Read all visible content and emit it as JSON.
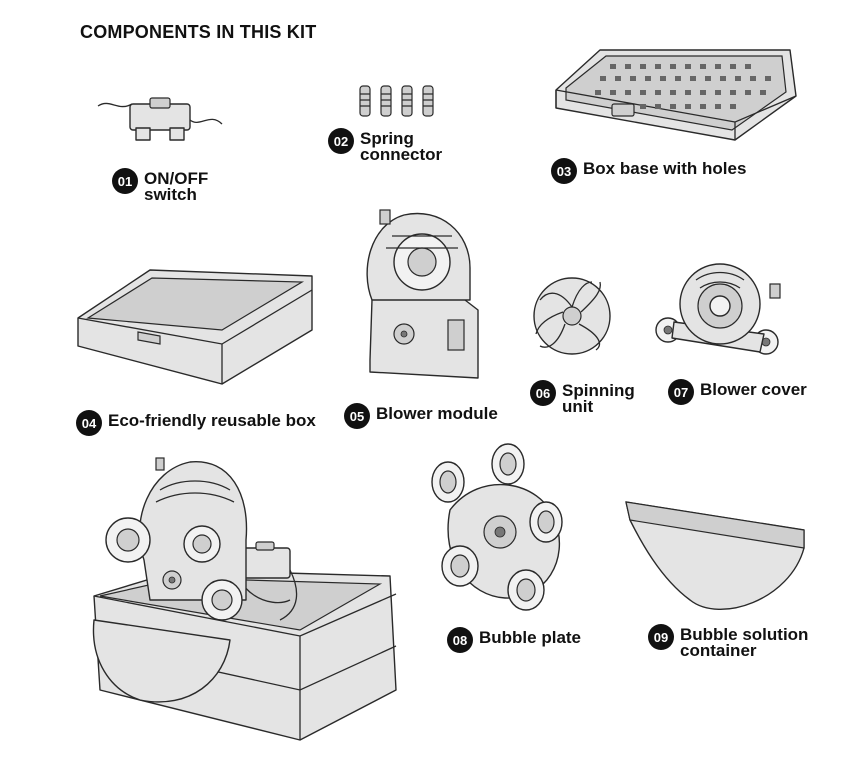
{
  "page": {
    "title": "COMPONENTS IN THIS KIT"
  },
  "components": [
    {
      "number": "01",
      "label": "ON/OFF\nswitch",
      "icon": "switch-icon"
    },
    {
      "number": "02",
      "label": "Spring\nconnector",
      "icon": "spring-connector-icon"
    },
    {
      "number": "03",
      "label": "Box base with holes",
      "icon": "box-base-icon"
    },
    {
      "number": "04",
      "label": "Eco-friendly reusable box",
      "icon": "reusable-box-icon"
    },
    {
      "number": "05",
      "label": "Blower module",
      "icon": "blower-module-icon"
    },
    {
      "number": "06",
      "label": "Spinning\nunit",
      "icon": "spinning-unit-icon"
    },
    {
      "number": "07",
      "label": "Blower cover",
      "icon": "blower-cover-icon"
    },
    {
      "number": "08",
      "label": "Bubble plate",
      "icon": "bubble-plate-icon"
    },
    {
      "number": "09",
      "label": "Bubble solution\ncontainer",
      "icon": "solution-container-icon"
    }
  ],
  "colors": {
    "part_fill": "#e4e4e4",
    "outline": "#2a2a2a",
    "badge": "#111111"
  }
}
